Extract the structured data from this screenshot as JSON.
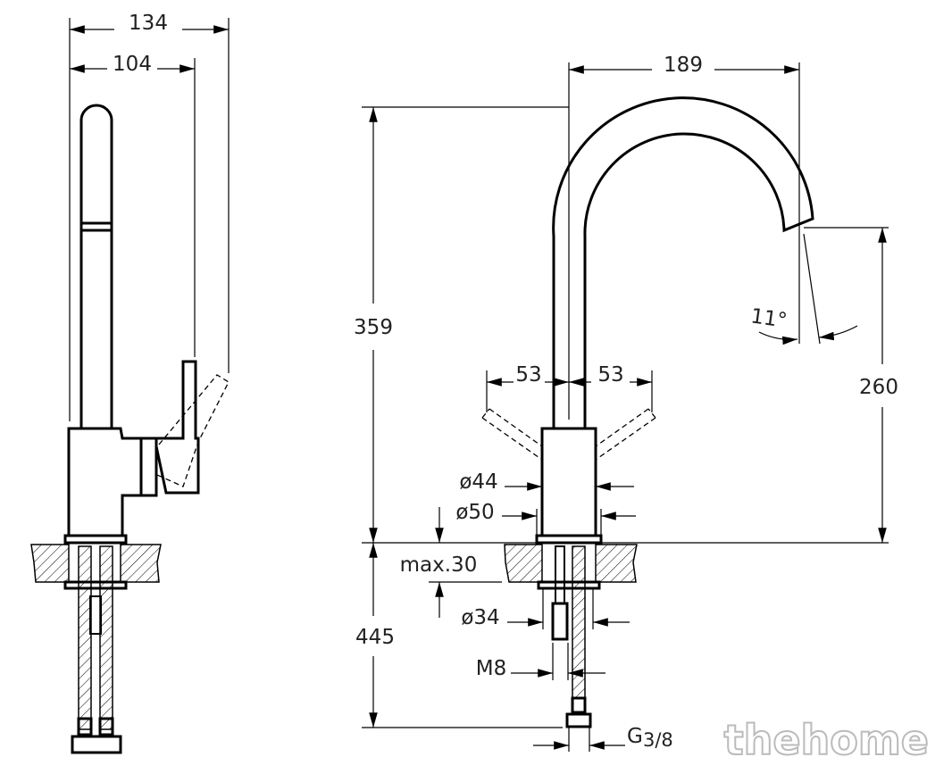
{
  "left_view": {
    "dim_total_width": "134",
    "dim_spout_to_lever": "104"
  },
  "right_view": {
    "dim_reach": "189",
    "dim_height": "359",
    "dim_spout_height": "260",
    "dim_lever_left": "53",
    "dim_lever_right": "53",
    "angle": "11°",
    "dia_body": "ø44",
    "dia_base": "ø50",
    "max_thickness": "max.30",
    "dia_hole": "ø34",
    "thread": "M8",
    "dim_below_counter": "445",
    "hose_connection_g": "G",
    "hose_connection_fraction": "3/8"
  },
  "watermark": "thehome"
}
